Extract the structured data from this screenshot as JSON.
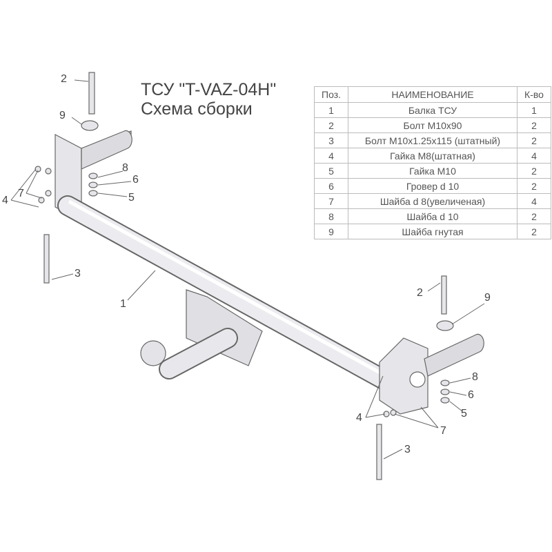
{
  "title": "ТСУ \"T-VAZ-04H\"",
  "subtitle": "Схема сборки",
  "table": {
    "headers": [
      "Поз.",
      "НАИМЕНОВАНИЕ",
      "К-во"
    ],
    "rows": [
      [
        "1",
        "Балка ТСУ",
        "1"
      ],
      [
        "2",
        "Болт М10х90",
        "2"
      ],
      [
        "3",
        "Болт М10х1.25х115 (штатный)",
        "2"
      ],
      [
        "4",
        "Гайка  М8(штатная)",
        "4"
      ],
      [
        "5",
        "Гайка  М10",
        "2"
      ],
      [
        "6",
        "Гровер d 10",
        "2"
      ],
      [
        "7",
        "Шайба d 8(увеличеная)",
        "4"
      ],
      [
        "8",
        "Шайба d 10",
        "2"
      ],
      [
        "9",
        "Шайба гнутая",
        "2"
      ]
    ]
  },
  "callouts": {
    "left": {
      "c2": "2",
      "c9": "9",
      "c8": "8",
      "c6": "6",
      "c5": "5",
      "c7": "7",
      "c4": "4",
      "c3": "3",
      "c1": "1"
    },
    "right": {
      "c2": "2",
      "c9": "9",
      "c8": "8",
      "c6": "6",
      "c5": "5",
      "c4": "4",
      "c7": "7",
      "c3": "3"
    }
  }
}
